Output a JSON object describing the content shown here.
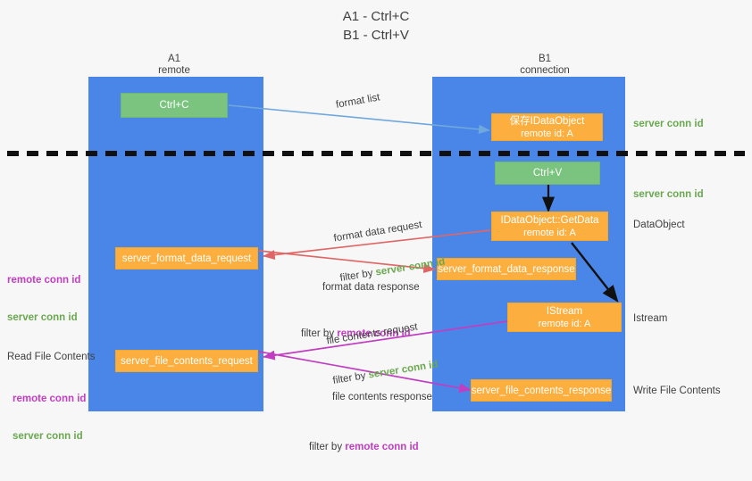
{
  "title": "A1 - Ctrl+C\nB1 - Ctrl+V",
  "columns": [
    {
      "name": "A1",
      "sub": "remote",
      "label": "A1\nremote"
    },
    {
      "name": "B1",
      "sub": "connection",
      "label": "B1\nconnection"
    }
  ],
  "legend": {
    "server_conn_id": "server conn id",
    "remote_conn_id": "remote conn id",
    "server_color": "#6aa84f",
    "remote_color": "#c13ec1"
  },
  "colors": {
    "lane": "#4a86e8",
    "green_box": "#7bc47f",
    "orange_box": "#fcaf3e",
    "background": "#f7f7f7",
    "arrow_blue": "#6fa8dc",
    "arrow_red": "#e06666",
    "arrow_magenta": "#c13ec1",
    "arrow_black": "#000000",
    "text": "#3c3c3c"
  },
  "nodes": {
    "ctrl_c": {
      "label": "Ctrl+C",
      "kind": "green"
    },
    "save_idataobject": {
      "line1": "保存IDataObject",
      "line2": "remote id: A",
      "kind": "orange"
    },
    "ctrl_v": {
      "label": "Ctrl+V",
      "kind": "green"
    },
    "getdata": {
      "line1": "IDataObject::GetData",
      "line2": "remote id: A",
      "kind": "orange"
    },
    "server_format_data_request": {
      "label": "server_format_data_request",
      "kind": "orange"
    },
    "server_format_data_response": {
      "label": "server_format_data_response",
      "kind": "orange"
    },
    "istream": {
      "line1": "IStream",
      "line2": "remote id: A",
      "kind": "orange"
    },
    "server_file_contents_request": {
      "label": "server_file_contents_request",
      "kind": "orange"
    },
    "server_file_contents_response": {
      "label": "server_file_contents_response",
      "kind": "orange"
    }
  },
  "edges": {
    "format_list": {
      "label": "format list"
    },
    "format_data_request": {
      "line1": "format data request",
      "filter_prefix": "filter by ",
      "filter_value": "server conn id"
    },
    "format_data_response": {
      "line1": "format data response",
      "filter_prefix": "filter by ",
      "filter_value": "remote conn id"
    },
    "file_contents_request": {
      "line1": "file contents request",
      "filter_prefix": "filter by ",
      "filter_value": "server conn id"
    },
    "file_contents_response": {
      "line1": "file contents response",
      "filter_prefix": "filter by ",
      "filter_value": "remote conn id"
    }
  },
  "right_labels": {
    "server_conn_id_top": "server conn id",
    "server_conn_id_mid": "server conn id",
    "dataobject": "DataObject",
    "istream": "Istream",
    "write_file_contents": "Write File Contents"
  },
  "left_labels": {
    "read_file_contents": "Read File Contents"
  }
}
